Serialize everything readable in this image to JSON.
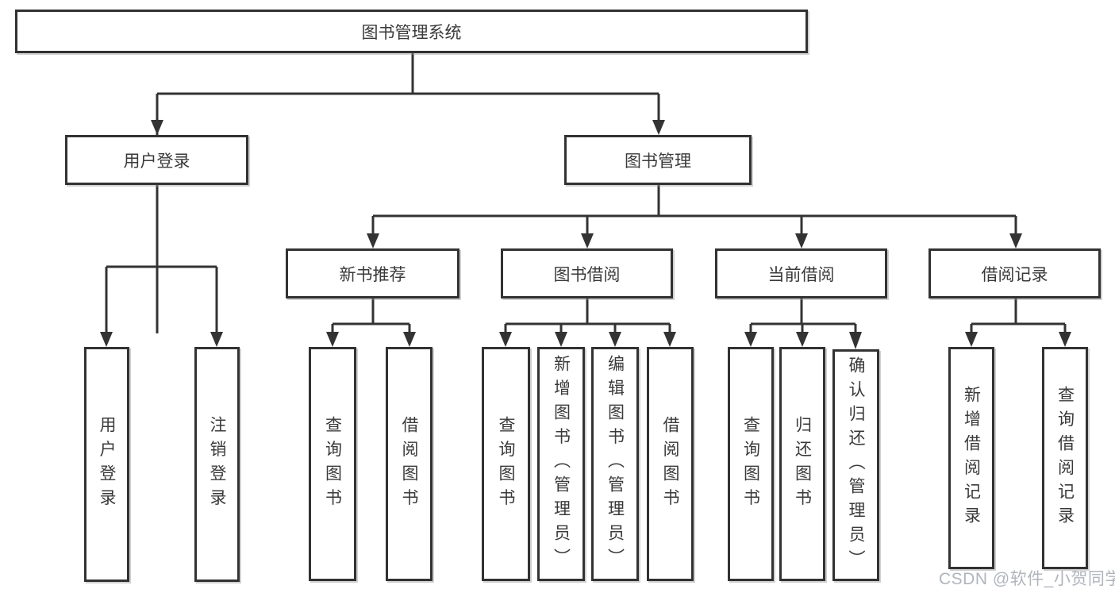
{
  "tree": {
    "root": {
      "label": "图书管理系统",
      "children": [
        {
          "label": "用户登录",
          "children": [
            {
              "label": "用户登录"
            },
            {
              "label": "注销登录"
            }
          ]
        },
        {
          "label": "图书管理",
          "children": [
            {
              "label": "新书推荐",
              "children": [
                {
                  "label": "查询图书"
                },
                {
                  "label": "借阅图书"
                }
              ]
            },
            {
              "label": "图书借阅",
              "children": [
                {
                  "label": "查询图书"
                },
                {
                  "label": "新增图书（管理员）"
                },
                {
                  "label": "编辑图书（管理员）"
                },
                {
                  "label": "借阅图书"
                }
              ]
            },
            {
              "label": "当前借阅",
              "children": [
                {
                  "label": "查询图书"
                },
                {
                  "label": "归还图书"
                },
                {
                  "label": "确认归还（管理员）"
                }
              ]
            },
            {
              "label": "借阅记录",
              "children": [
                {
                  "label": "新增借阅记录"
                },
                {
                  "label": "查询借阅记录"
                }
              ]
            }
          ]
        }
      ]
    }
  },
  "watermark": {
    "text": "CSDN @软件_小贺同学"
  },
  "colors": {
    "background": "#ffffff",
    "line": "#333333",
    "box_border": "#323232",
    "text": "#3a3a3a",
    "watermark": "#b0b5bc"
  }
}
